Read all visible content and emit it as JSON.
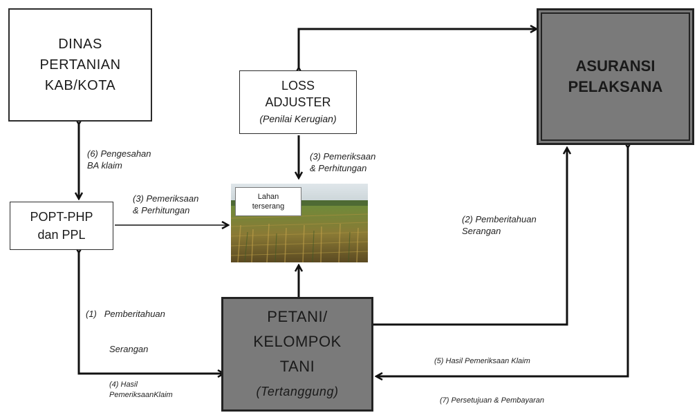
{
  "boxes": {
    "dinas": {
      "lines": [
        "DINAS",
        "PERTANIAN",
        "KAB/KOTA"
      ]
    },
    "loss_adjuster": {
      "lines": [
        "LOSS",
        "ADJUSTER"
      ],
      "subtitle": "(Penilai Kerugian)"
    },
    "asuransi": {
      "lines": [
        "ASURANSI",
        "PELAKSANA"
      ]
    },
    "popt": {
      "lines": [
        "POPT-PHP",
        "dan PPL"
      ]
    },
    "petani": {
      "lines": [
        "PETANI/",
        "KELOMPOK",
        "TANI"
      ],
      "subtitle": "(Tertanggung)"
    }
  },
  "field": {
    "label_lines": [
      "Lahan",
      "terserang"
    ]
  },
  "labels": {
    "pengesahan": [
      "(6) Pengesahan",
      "BA klaim"
    ],
    "pemeriksaan_top": [
      "(3) Pemeriksaan",
      "& Perhitungan"
    ],
    "pemeriksaan_left": [
      "(3) Pemeriksaan",
      "& Perhitungan"
    ],
    "pemberitahuan_right": [
      "(2) Pemberitahuan",
      "Serangan"
    ],
    "pemberitahuan_left": [
      "(1)   Pemberitahuan",
      "Serangan"
    ],
    "hasil_left": [
      "(4) Hasil",
      "PemeriksaanKlaim"
    ],
    "hasil_right": "(5) Hasil Pemeriksaan Klaim",
    "persetujuan": "(7) Persetujuan & Pembayaran"
  },
  "colors": {
    "dark_box": "#7a7a7a",
    "border": "#222222",
    "arrow": "#111111"
  }
}
